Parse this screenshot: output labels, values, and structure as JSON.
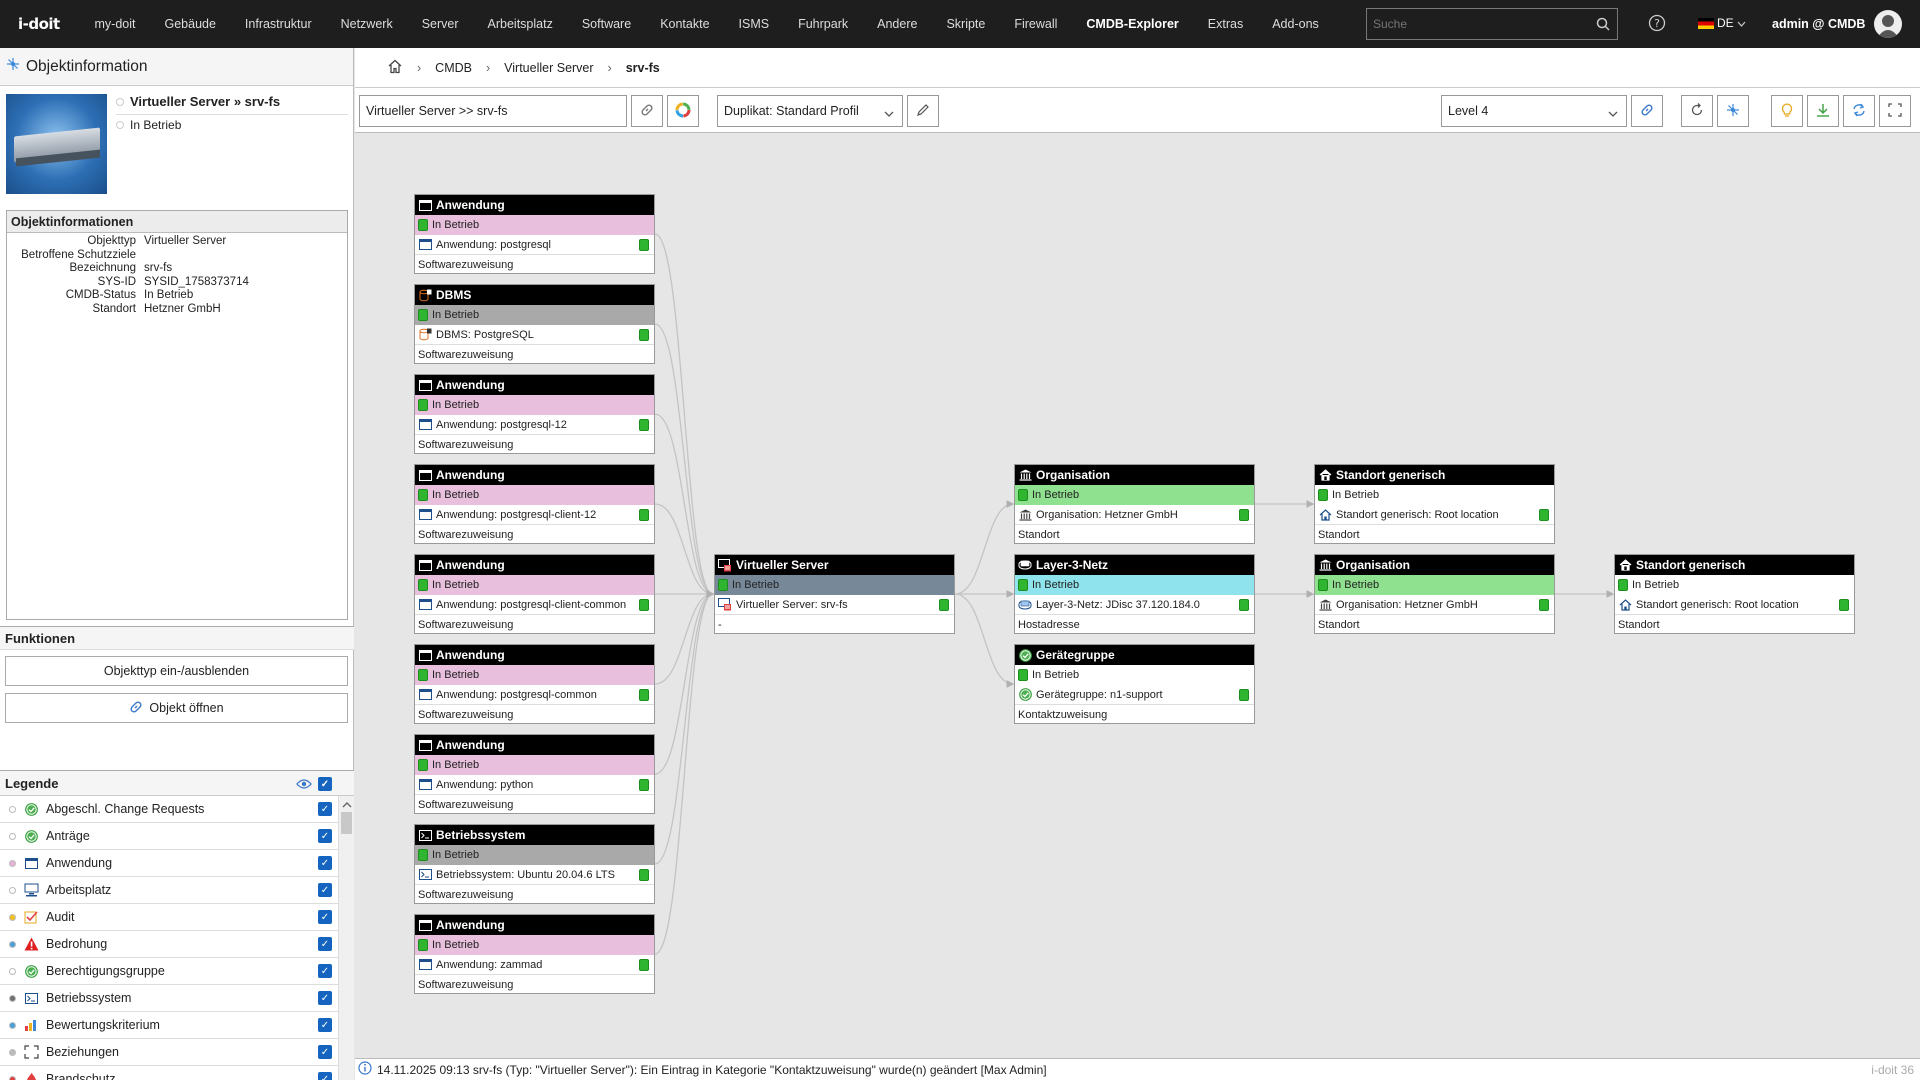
{
  "topnav": {
    "logo": "i-doit",
    "menu": [
      "my-doit",
      "Gebäude",
      "Infrastruktur",
      "Netzwerk",
      "Server",
      "Arbeitsplatz",
      "Software",
      "Kontakte",
      "ISMS",
      "Fuhrpark",
      "Andere",
      "Skripte",
      "Firewall",
      "CMDB-Explorer",
      "Extras",
      "Add-ons"
    ],
    "active_menu": "CMDB-Explorer",
    "search_placeholder": "Suche",
    "lang": "DE",
    "user": "admin @ CMDB"
  },
  "sidebar": {
    "title": "Objektinformation",
    "object_title": "Virtueller Server » srv-fs",
    "object_status": "In Betrieb",
    "info_header": "Objektinformationen",
    "info": [
      {
        "k": "Objekttyp",
        "v": "Virtueller Server"
      },
      {
        "k": "Betroffene Schutzziele",
        "v": ""
      },
      {
        "k": "Bezeichnung",
        "v": "srv-fs"
      },
      {
        "k": "SYS-ID",
        "v": "SYSID_1758373714"
      },
      {
        "k": "CMDB-Status",
        "v": "In Betrieb"
      },
      {
        "k": "Standort",
        "v": "Hetzner GmbH"
      }
    ],
    "functions_header": "Funktionen",
    "btn_toggle": "Objekttyp ein-/ausblenden",
    "btn_open": "Objekt öffnen",
    "legend_header": "Legende",
    "legend": [
      {
        "label": "Abgeschl. Change Requests",
        "dot": "#ffffff",
        "icon": "check-circle-icon"
      },
      {
        "label": "Anträge",
        "dot": "#ffffff",
        "icon": "check-circle-icon"
      },
      {
        "label": "Anwendung",
        "dot": "#e6b3d6",
        "icon": "window-icon"
      },
      {
        "label": "Arbeitsplatz",
        "dot": "#ffffff",
        "icon": "workstation-icon"
      },
      {
        "label": "Audit",
        "dot": "#f0c020",
        "icon": "audit-icon"
      },
      {
        "label": "Bedrohung",
        "dot": "#4aa0d8",
        "icon": "warning-icon"
      },
      {
        "label": "Berechtigungsgruppe",
        "dot": "#ffffff",
        "icon": "check-circle-icon"
      },
      {
        "label": "Betriebssystem",
        "dot": "#707070",
        "icon": "terminal-icon"
      },
      {
        "label": "Bewertungskriterium",
        "dot": "#4aa0d8",
        "icon": "bar-chart-icon"
      },
      {
        "label": "Beziehungen",
        "dot": "#bbbbbb",
        "icon": "expand-icon"
      },
      {
        "label": "Brandschutz",
        "dot": "#e04040",
        "icon": "fire-icon"
      }
    ]
  },
  "breadcrumb": [
    "CMDB",
    "Virtueller Server",
    "srv-fs"
  ],
  "toolbar": {
    "path": "Virtueller Server >> srv-fs",
    "profile": "Duplikat: Standard Profil",
    "level": "Level 4"
  },
  "nodes": [
    {
      "id": "n1",
      "type": "Anwendung",
      "status": "In Betrieb",
      "status_bg": "#e8bfdc",
      "row": "Anwendung: postgresql",
      "footer": "Softwarezuweisung",
      "icon": "window-icon"
    },
    {
      "id": "n2",
      "type": "DBMS",
      "status": "In Betrieb",
      "status_bg": "#a9a9a9",
      "row": "DBMS: PostgreSQL",
      "footer": "Softwarezuweisung",
      "icon": "dbms-icon"
    },
    {
      "id": "n3",
      "type": "Anwendung",
      "status": "In Betrieb",
      "status_bg": "#e8bfdc",
      "row": "Anwendung: postgresql-12",
      "footer": "Softwarezuweisung",
      "icon": "window-icon"
    },
    {
      "id": "n4",
      "type": "Anwendung",
      "status": "In Betrieb",
      "status_bg": "#e8bfdc",
      "row": "Anwendung: postgresql-client-12",
      "footer": "Softwarezuweisung",
      "icon": "window-icon"
    },
    {
      "id": "n5",
      "type": "Anwendung",
      "status": "In Betrieb",
      "status_bg": "#e8bfdc",
      "row": "Anwendung: postgresql-client-common",
      "footer": "Softwarezuweisung",
      "icon": "window-icon"
    },
    {
      "id": "n6",
      "type": "Anwendung",
      "status": "In Betrieb",
      "status_bg": "#e8bfdc",
      "row": "Anwendung: postgresql-common",
      "footer": "Softwarezuweisung",
      "icon": "window-icon"
    },
    {
      "id": "n7",
      "type": "Anwendung",
      "status": "In Betrieb",
      "status_bg": "#e8bfdc",
      "row": "Anwendung: python",
      "footer": "Softwarezuweisung",
      "icon": "window-icon"
    },
    {
      "id": "n8",
      "type": "Betriebssystem",
      "status": "In Betrieb",
      "status_bg": "#a9a9a9",
      "row": "Betriebssystem: Ubuntu 20.04.6 LTS",
      "footer": "Softwarezuweisung",
      "icon": "terminal-icon"
    },
    {
      "id": "n9",
      "type": "Anwendung",
      "status": "In Betrieb",
      "status_bg": "#e8bfdc",
      "row": "Anwendung: zammad",
      "footer": "Softwarezuweisung",
      "icon": "window-icon"
    },
    {
      "id": "c",
      "type": "Virtueller Server",
      "status": "In Betrieb",
      "status_bg": "#778899",
      "row": "Virtueller Server: srv-fs",
      "footer": "-",
      "icon": "vserver-icon"
    },
    {
      "id": "o1",
      "type": "Organisation",
      "status": "In Betrieb",
      "status_bg": "#8fe08f",
      "row": "Organisation: Hetzner GmbH",
      "footer": "Standort",
      "icon": "organisation-icon"
    },
    {
      "id": "l3",
      "type": "Layer-3-Netz",
      "status": "In Betrieb",
      "status_bg": "#8fe3ec",
      "row": "Layer-3-Netz: JDisc 37.120.184.0",
      "footer": "Hostadresse",
      "icon": "network-icon"
    },
    {
      "id": "g",
      "type": "Gerätegruppe",
      "status": "In Betrieb",
      "status_bg": "#ffffff",
      "row": "Gerätegruppe: n1-support",
      "footer": "Kontaktzuweisung",
      "icon": "check-circle-icon"
    },
    {
      "id": "s1",
      "type": "Standort generisch",
      "status": "In Betrieb",
      "status_bg": "#ffffff",
      "row": "Standort generisch: Root location",
      "footer": "Standort",
      "icon": "home-icon"
    },
    {
      "id": "o2",
      "type": "Organisation",
      "status": "In Betrieb",
      "status_bg": "#8fe08f",
      "row": "Organisation: Hetzner GmbH",
      "footer": "Standort",
      "icon": "organisation-icon"
    },
    {
      "id": "s2",
      "type": "Standort generisch",
      "status": "In Betrieb",
      "status_bg": "#ffffff",
      "row": "Standort generisch: Root location",
      "footer": "Standort",
      "icon": "home-icon"
    }
  ],
  "statusbar": {
    "message": "14.11.2025 09:13 srv-fs (Typ: \"Virtueller Server\"): Ein Eintrag in Kategorie \"Kontaktzuweisung\" wurde(n) geändert [Max Admin]",
    "version": "i-doit 36"
  }
}
